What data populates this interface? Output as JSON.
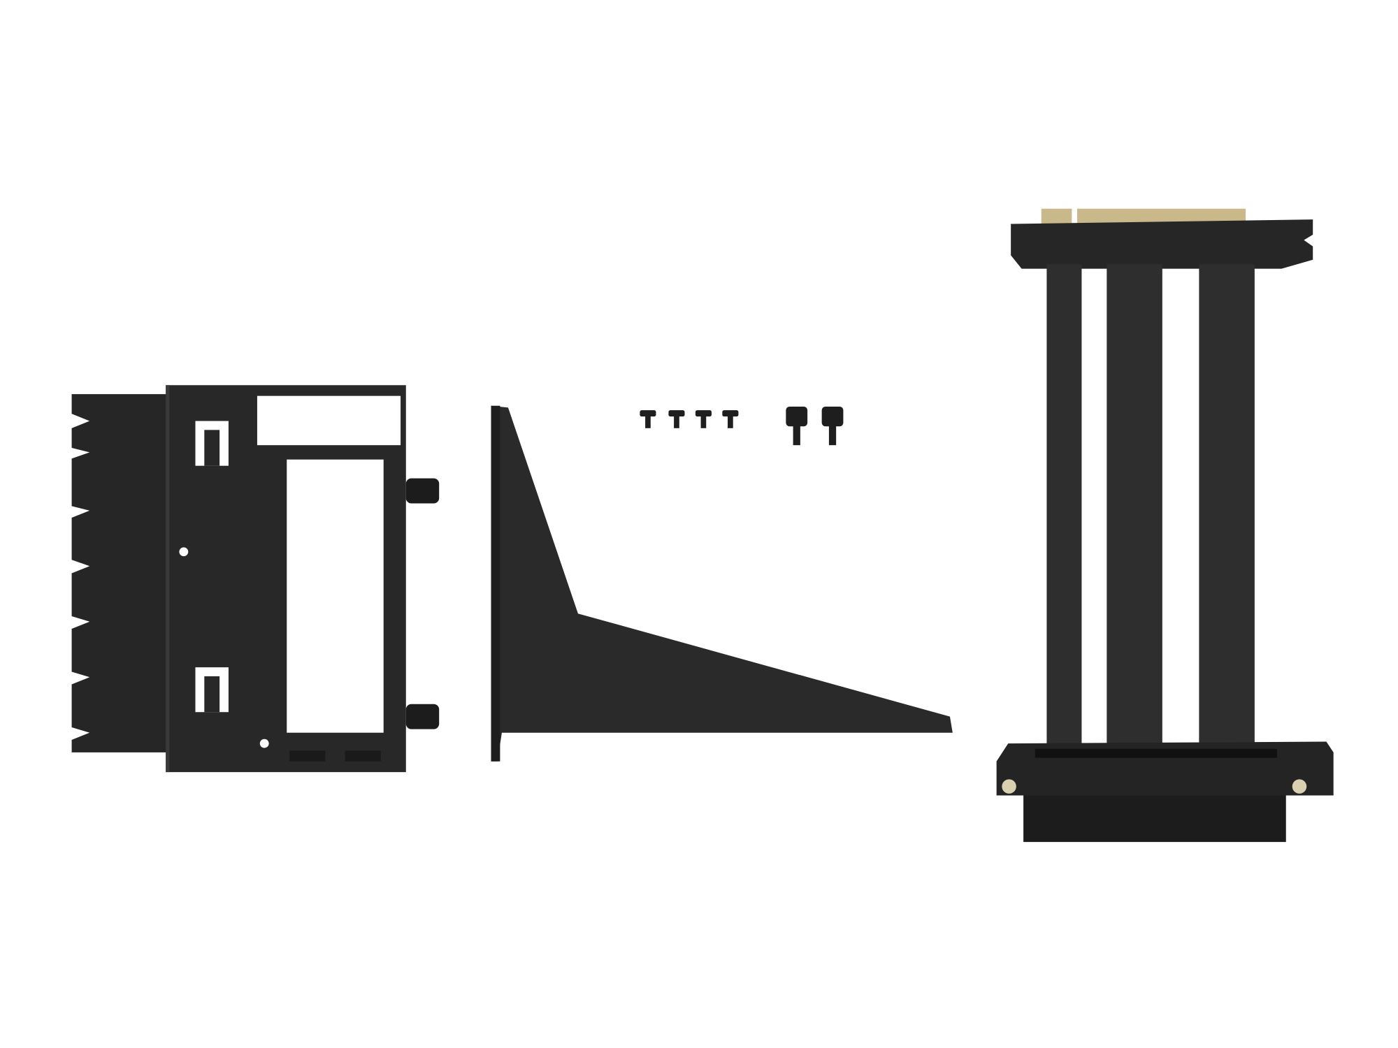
{
  "scene": {
    "subject": "gpu-vertical-mount-kit",
    "colors": {
      "background": "#ffffff",
      "metal": "#262626",
      "metal_highlight": "#3a3a3a",
      "cable": "#2e2e2e",
      "gold_fingers": "#c9b98a"
    },
    "parts": [
      "vertical-bracket",
      "support-arm",
      "small-screws",
      "thumb-screws",
      "pcie-riser-cable"
    ]
  }
}
